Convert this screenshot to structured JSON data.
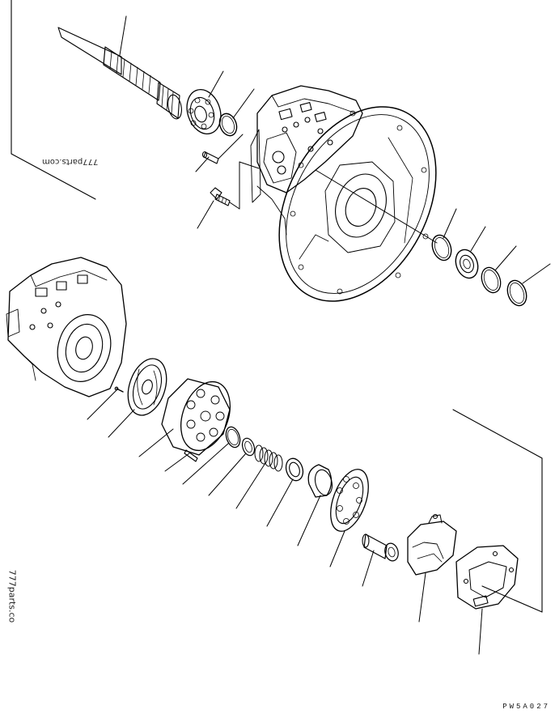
{
  "watermarks": {
    "top": "777parts.com",
    "left": "777parts.co"
  },
  "drawing_code": "PW5A027"
}
